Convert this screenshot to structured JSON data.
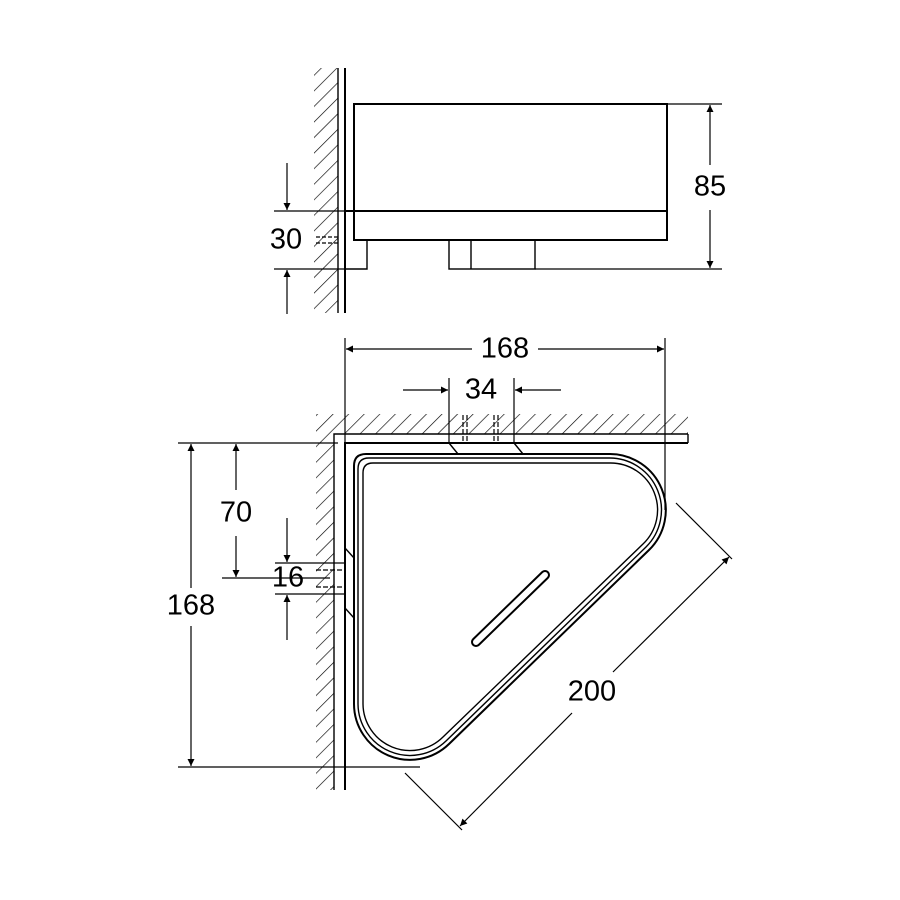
{
  "drawing": {
    "side_view": {
      "height_label": "85",
      "mount_height_label": "30"
    },
    "top_view": {
      "width_label": "168",
      "depth_label": "168",
      "bracket_spacing_label": "34",
      "bracket_offset_label": "70",
      "bracket_height_label": "16",
      "diagonal_label": "200"
    },
    "colors": {
      "line": "#000000",
      "background": "#ffffff"
    }
  }
}
